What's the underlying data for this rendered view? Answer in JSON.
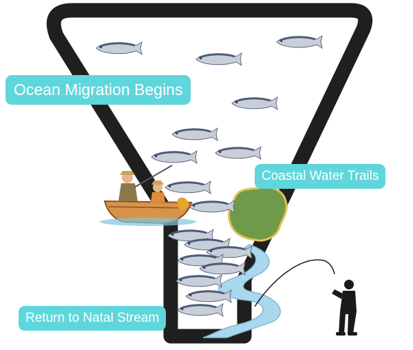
{
  "labels": {
    "ocean": "Ocean Migration Begins",
    "coastal": "Coastal Water Trails",
    "return": "Return to Natal Stream"
  },
  "colors": {
    "funnel": "#1f1f1f",
    "pill": "#5fd6dc",
    "salmon_body": "#c9cfd8",
    "salmon_back": "#4a5a7a",
    "island": "#6e9a4a",
    "island_edge": "#e3c25a",
    "stream": "#a9d8ec",
    "boat": "#d8934a",
    "silhouette": "#1a1a1a"
  },
  "icons": [
    "salmon-icon",
    "boat-fishermen-icon",
    "island-icon",
    "stream-icon",
    "angler-silhouette-icon"
  ]
}
